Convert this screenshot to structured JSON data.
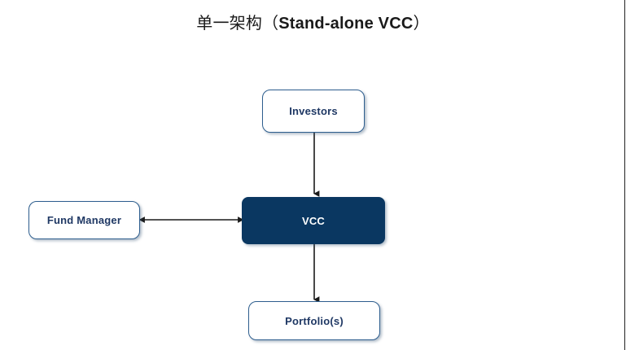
{
  "title": "单一架构（Stand-alone VCC）",
  "title_cjk": "单一架构（",
  "title_latin": "Stand-alone VCC",
  "title_cjk_close": "）",
  "diagram": {
    "type": "flow-diagram",
    "nodes": [
      {
        "id": "investors",
        "label": "Investors",
        "style": "outlined",
        "fill": "#ffffff",
        "border": "#2e5e8e",
        "text_color": "#1f3864"
      },
      {
        "id": "vcc",
        "label": "VCC",
        "style": "filled",
        "fill": "#0a3761",
        "border": "#0a3761",
        "text_color": "#ffffff"
      },
      {
        "id": "fund_manager",
        "label": "Fund Manager",
        "style": "outlined",
        "fill": "#ffffff",
        "border": "#2e5e8e",
        "text_color": "#1f3864"
      },
      {
        "id": "portfolios",
        "label": "Portfolio(s)",
        "style": "outlined",
        "fill": "#ffffff",
        "border": "#2e5e8e",
        "text_color": "#1f3864"
      }
    ],
    "edges": [
      {
        "id": "investors-to-vcc",
        "from": "investors",
        "to": "vcc",
        "direction": "down",
        "arrowheads": "end"
      },
      {
        "id": "vcc-to-portfolios",
        "from": "vcc",
        "to": "portfolios",
        "direction": "down",
        "arrowheads": "end"
      },
      {
        "id": "fund-manager-to-vcc",
        "from": "fund_manager",
        "to": "vcc",
        "direction": "horizontal",
        "arrowheads": "both"
      }
    ],
    "arrow_color": "#1a1a1a"
  }
}
